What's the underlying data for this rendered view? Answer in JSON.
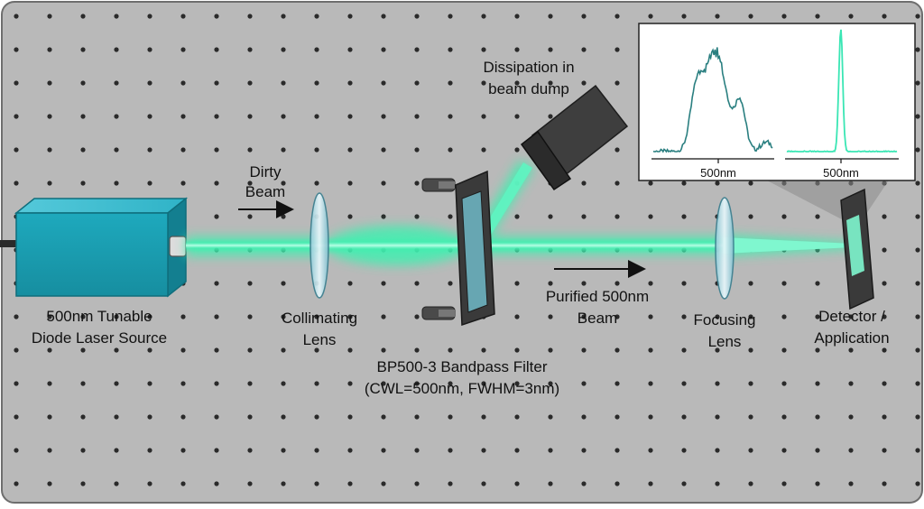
{
  "labels": {
    "dirty_beam": [
      "Dirty",
      "Beam"
    ],
    "laser_source": [
      "500nm Tunable",
      "Diode Laser Source"
    ],
    "collimating_lens": [
      "Collimating",
      "Lens"
    ],
    "bandpass_filter": [
      "BP500-3 Bandpass Filter",
      "(CWL=500nm, FWHM=3nm)"
    ],
    "purified_beam": [
      "Purified 500nm",
      "Beam"
    ],
    "focusing_lens": [
      "Focusing",
      "Lens"
    ],
    "detector": [
      "Detector /",
      "Application"
    ],
    "beam_dump": [
      "Dissipation in",
      "beam dump"
    ]
  },
  "inset": {
    "left_plot_tick": "500nm",
    "right_plot_tick": "500nm"
  },
  "colors": {
    "table": "#b9b9b9",
    "table_hole": "#2a2a2a",
    "laser_body": "#1aa3b8",
    "beam": "#3ff0b0",
    "beam_core": "#c9fff0",
    "dirty_spectrum": "#2a7f80",
    "clean_spectrum": "#3ae6b4",
    "component_dark": "#3a3a3a"
  }
}
